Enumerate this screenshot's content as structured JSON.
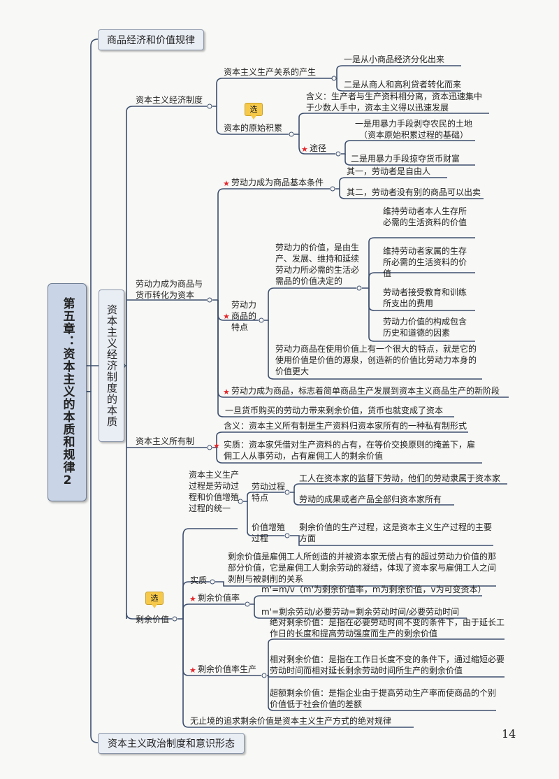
{
  "root": "第五章：资本主义的本质和规律2",
  "sections": {
    "commodity_economy": "商品经济和价值规律",
    "capitalist_economy": "资本主义经济制度的本质",
    "political_system": "资本主义政治制度和意识形态"
  },
  "tag_label": "选",
  "page_number": "14",
  "economic_system": {
    "label": "资本主义经济制度",
    "relations": {
      "label": "资本主义生产关系的产生",
      "items": [
        "一是从小商品经济分化出来",
        "二是从商人和高利贷者转化而来"
      ]
    },
    "accumulation": {
      "label": "资本的原始积累",
      "meaning": "含义：生产者与生产资料相分离，资本迅速集中于少数人手中，资本主义得以迅速发展",
      "way_label": "途径",
      "ways": [
        "一是用暴力手段剥夺农民的土地（资本原始积累过程的基础）",
        "二是用暴力手段掠夺货币财富"
      ]
    }
  },
  "labor_power": {
    "label": "劳动力成为商品与货币转化为资本",
    "conditions": {
      "label": "劳动力成为商品基本条件",
      "items": [
        "其一，劳动者是自由人",
        "其二，劳动者没有别的商品可以出卖"
      ]
    },
    "features": {
      "label": "劳动力商品的特点",
      "value": {
        "label": "劳动力的价值，是由生产、发展、维持和延续劳动力所必需的生活必需品的价值决定的",
        "items": [
          "维持劳动者本人生存所必需的生活资料的价值",
          "维持劳动者家属的生存所必需的生活资料的价值",
          "劳动者接受教育和训练所支出的费用",
          "劳动力价值的构成包含历史和道德的因素"
        ]
      },
      "use_value": "劳动力商品在使用价值上有一个很大的特点，就是它的使用价值是价值的源泉，创造新的价值比劳动力本身的价值更大"
    },
    "mark": "劳动力成为商品，标志着简单商品生产发展到资本主义商品生产的新阶段",
    "money": "一旦货币购买的劳动力带来剩余价值，货币也就变成了资本"
  },
  "ownership": {
    "label": "资本主义所有制",
    "meaning": "含义：资本主义所有制是生产资料归资本家所有的一种私有制形式",
    "essence": "实质：资本家凭借对生产资料的占有，在等价交换原则的掩盖下，雇佣工人从事劳动，占有雇佣工人的剩余价值"
  },
  "surplus_value": {
    "label": "剩余价值",
    "process": {
      "label": "资本主义生产过程是劳动过程和价值增殖过程的统一",
      "labor_process": {
        "label": "劳动过程特点",
        "items": [
          "工人在资本家的监督下劳动，他们的劳动隶属于资本家",
          "劳动的成果或者产品全部归资本家所有"
        ]
      },
      "valorization": {
        "label": "价值增殖过程",
        "text": "剩余价值的生产过程，这是资本主义生产过程的主要方面"
      }
    },
    "essence": {
      "label": "实质",
      "text": "剩余价值是雇佣工人所创造的并被资本家无偿占有的超过劳动力价值的那部分价值，它是雇佣工人剩余劳动的凝结，体现了资本家与雇佣工人之间剥削与被剥削的关系"
    },
    "rate": {
      "label": "剩余价值率",
      "items": [
        "m'=m/v（m'为剩余价值率，m为剩余价值，v为可变资本）",
        "m'=剩余劳动/必要劳动=剩余劳动时间/必要劳动时间"
      ]
    },
    "rate_production": {
      "label": "剩余价值率生产",
      "items": [
        "绝对剩余价值：是指在必要劳动时间不变的条件下，由于延长工作日的长度和提高劳动强度而生产的剩余价值",
        "相对剩余价值：是指在工作日长度不变的条件下，通过缩短必要劳动时间而相对延长剩余劳动时间所生产的剩余价值",
        "超额剩余价值：是指企业由于提高劳动生产率而使商品的个别价值低于社会价值的差额"
      ]
    },
    "law": "无止境的追求剩余价值是资本主义生产方式的绝对规律"
  }
}
